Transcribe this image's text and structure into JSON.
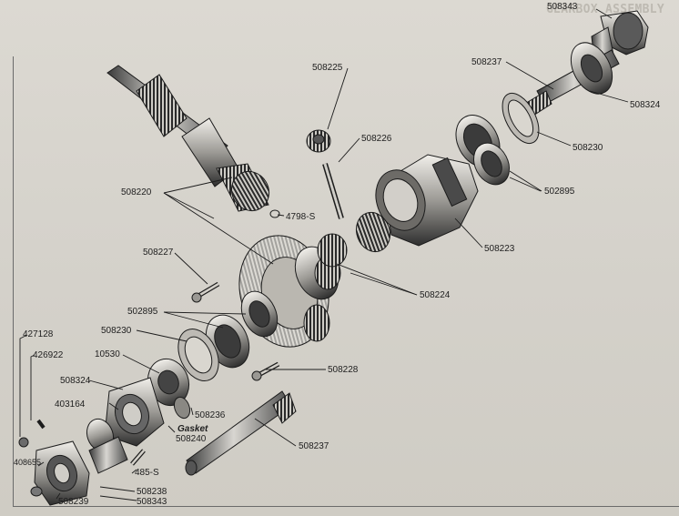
{
  "header_partial": "GEARBOX ASSEMBLY",
  "callouts": {
    "top_right": "508343",
    "shaft_upper": "508237",
    "bearing_cup_upper": "508230",
    "flange_upper": "508324",
    "pinion_small": "508225",
    "pin": "508226",
    "bearings_upper": "502895",
    "differential_case": "508223",
    "pinion_shaft": "508220",
    "woodruff": "4798-S",
    "bolt_left": "508227",
    "side_gears": "508224",
    "bearings_lower": "502895",
    "bearing_cup_lower": "508230",
    "bolt_right": "508228",
    "washer_left": "427128",
    "washer_left2": "426922",
    "ball_bearing": "10530",
    "flange_lower": "508324",
    "housing": "403164",
    "seal": "508236",
    "gasket_word": "Gasket",
    "gasket_num": "508240",
    "shaft_lower": "508237",
    "bolt_bottom": "485-S",
    "flange_plate": "408655",
    "nut": "508238",
    "nut2": "508343",
    "plate_bottom": "508239"
  }
}
